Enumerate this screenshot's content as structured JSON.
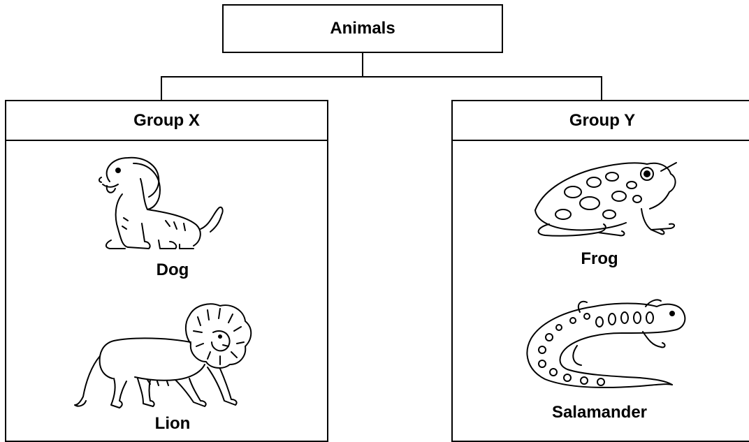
{
  "root": {
    "label": "Animals"
  },
  "groups": [
    {
      "label": "Group X",
      "animals": [
        {
          "name": "Dog",
          "icon": "dog-icon"
        },
        {
          "name": "Lion",
          "icon": "lion-icon"
        }
      ]
    },
    {
      "label": "Group Y",
      "animals": [
        {
          "name": "Frog",
          "icon": "frog-icon"
        },
        {
          "name": "Salamander",
          "icon": "salamander-icon"
        }
      ]
    }
  ]
}
